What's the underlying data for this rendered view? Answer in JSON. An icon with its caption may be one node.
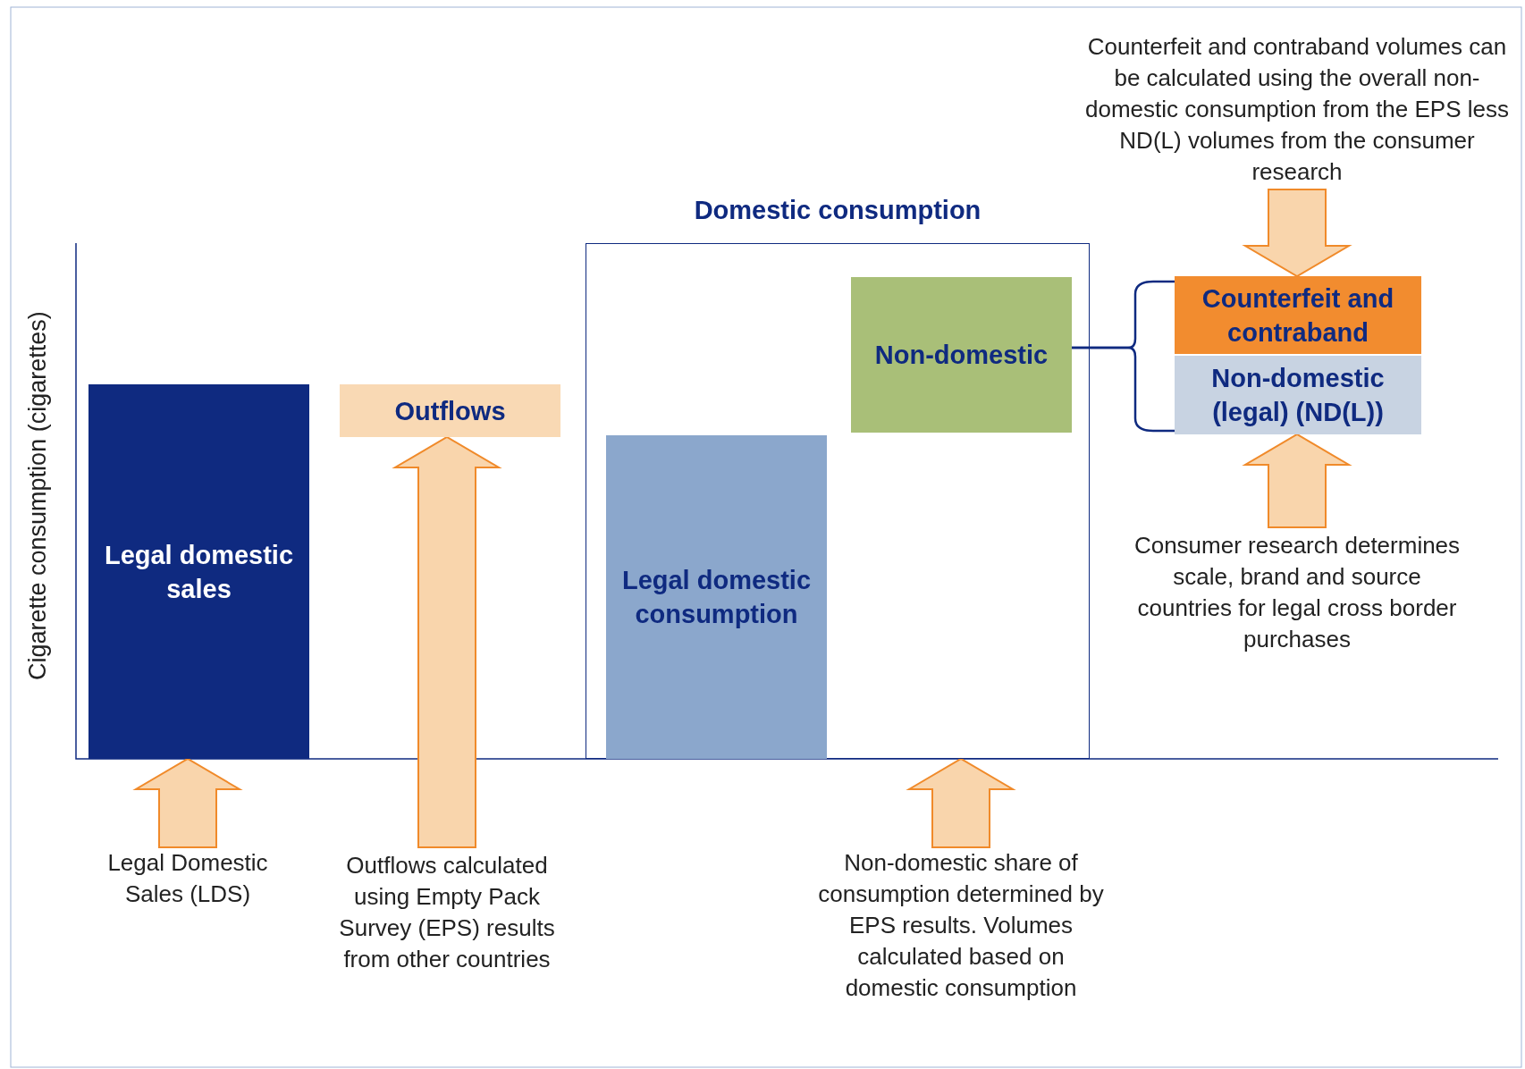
{
  "diagram": {
    "nodes": [
      {
        "text": [
          "Legal domestic sales"
        ]
      },
      {
        "text": [
          "Outflows"
        ]
      },
      {
        "text": [
          "Domestic consumption"
        ]
      },
      {
        "text": [
          "Legal domestic consumption"
        ],
        "in": 2
      },
      {
        "text": [
          "Non-domestic"
        ],
        "in": 2
      },
      {
        "text": [
          "Counterfeit and contraband"
        ]
      },
      {
        "text": [
          "Non-domestic (legal) (ND(L))"
        ]
      },
      {
        "text": [
          "Counterfeit and contraband volumes can be calculated using the overall non-domestic consumption from the EPS less ND(L) volumes from the consumer research"
        ]
      },
      {
        "text": [
          "Consumer research determines scale, brand and source countries for legal cross border purchases"
        ]
      },
      {
        "text": [
          "Legal Domestic Sales (LDS)"
        ]
      },
      {
        "text": [
          "Outflows calculated using Empty Pack Survey (EPS) results from other countries"
        ]
      },
      {
        "text": [
          "Non-domestic share of consumption determined by EPS results. Volumes calculated based on domestic consumption"
        ]
      }
    ],
    "edges": [
      {
        "from": 7,
        "to": 5,
        "arrow": "to"
      },
      {
        "from": 8,
        "to": 6,
        "arrow": "to"
      },
      {
        "from": 9,
        "to": 0,
        "arrow": "to"
      },
      {
        "from": 10,
        "to": 1,
        "arrow": "to"
      },
      {
        "from": 11,
        "to": 2,
        "arrow": "to"
      },
      {
        "from": 4,
        "to": 5,
        "arrow": "none"
      },
      {
        "from": 4,
        "to": 6,
        "arrow": "none"
      }
    ],
    "labels": [
      "Cigarette consumption (cigarettes)"
    ]
  }
}
